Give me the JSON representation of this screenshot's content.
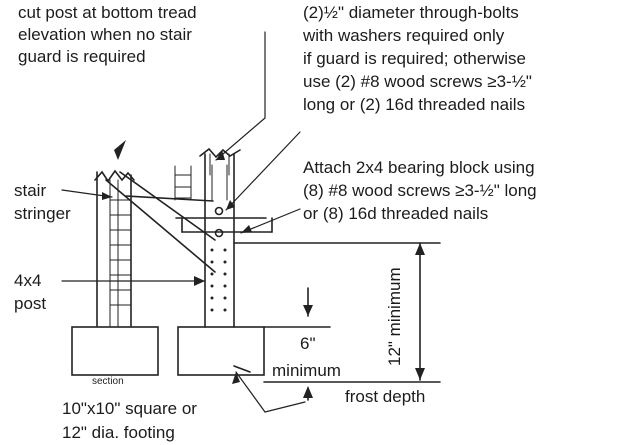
{
  "labels": {
    "cut_post_note": [
      "cut post at bottom tread",
      "elevation when no stair",
      "guard is required"
    ],
    "bolts_note": [
      "(2)½\" diameter through-bolts",
      "with washers required only",
      "if guard is required; otherwise",
      "use (2) #8 wood screws ≥3-½\"",
      "long or (2) 16d threaded nails"
    ],
    "bearing_block_note": [
      "Attach 2x4 bearing block using",
      "(8) #8 wood screws ≥3-½\" long",
      "or (8) 16d threaded nails"
    ],
    "stair_stringer": [
      "stair",
      "stringer"
    ],
    "post": [
      "4x4",
      "post"
    ],
    "section": "section",
    "footing_note": [
      "10\"x10\" square or",
      "12\" dia. footing"
    ],
    "six_inch": "6\"",
    "minimum": "minimum",
    "twelve_minimum": "12\" minimum",
    "frost_depth": "frost depth"
  }
}
